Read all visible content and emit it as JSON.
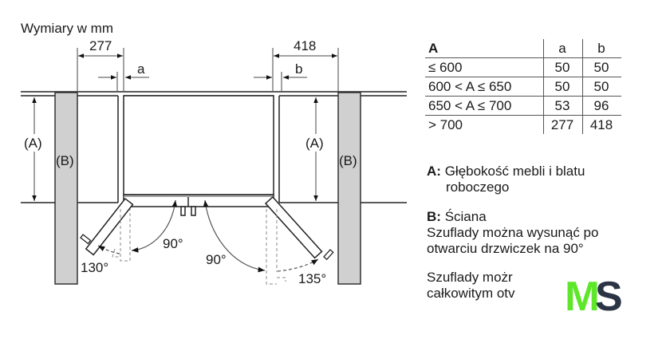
{
  "title": "Wymiary w mm",
  "diagram": {
    "dim_left": "277",
    "dim_right": "418",
    "label_a": "a",
    "label_b": "b",
    "label_A": "(A)",
    "label_B": "(B)",
    "angle_left_inner": "90°",
    "angle_left_outer": "130°",
    "angle_right_inner": "90°",
    "angle_right_outer": "135°",
    "wall_color": "#d0d0d0"
  },
  "table": {
    "headers": [
      "A",
      "a",
      "b"
    ],
    "rows": [
      {
        "range": "≤ 600",
        "a": "50",
        "b": "50"
      },
      {
        "range": "600 < A ≤ 650",
        "a": "50",
        "b": "50"
      },
      {
        "range": "650 < A ≤ 700",
        "a": "53",
        "b": "96"
      },
      {
        "range": "> 700",
        "a": "277",
        "b": "418"
      }
    ]
  },
  "legend": {
    "A_key": "A:",
    "A_line1": "Głębokość mebli i blatu",
    "A_line2": "roboczego",
    "B_key": "B:",
    "B_text": "Ściana",
    "note1_line1": "Szuflady można wysunąć po",
    "note1_line2": "otwarciu drzwiczek na 90°",
    "note2_line1": "Szuflady możr",
    "note2_line2": "całkowitym otv"
  },
  "logo": {
    "letter1": "M",
    "letter2": "S",
    "color1": "#5ee62b",
    "color2": "#2b3444"
  }
}
